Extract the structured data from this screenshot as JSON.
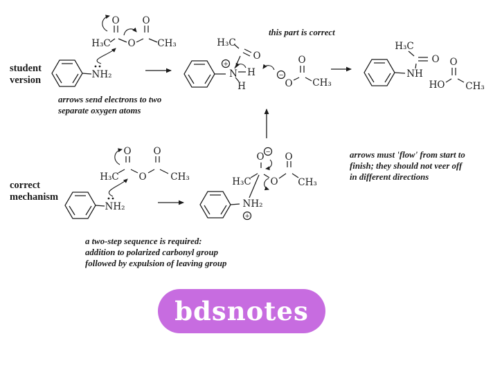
{
  "colors": {
    "ink": "#1a1a1a",
    "badge_bg": "#c76ce0",
    "badge_text": "#ffffff",
    "background": "#ffffff"
  },
  "rows": {
    "student": {
      "label_line1": "student",
      "label_line2": "version",
      "note_line1": "arrows send electrons to two",
      "note_line2": "separate oxygen atoms"
    },
    "correct": {
      "label_line1": "correct",
      "label_line2": "mechanism",
      "note_line1": "a two-step sequence is required:",
      "note_line2": "addition to polarized carbonyl group",
      "note_line3": "followed by expulsion of leaving group"
    }
  },
  "annotations": {
    "top_note": "this part is correct",
    "flow_line1": "arrows must 'flow' from start to",
    "flow_line2": "finish; they should not veer off",
    "flow_line3": "in different directions"
  },
  "badge": {
    "label": "bdsnotes"
  },
  "symbols": {
    "h3c": "H₃C",
    "ch3": "CH₃",
    "o": "O",
    "nh2": "NH₂",
    "nh": "NH",
    "n": "N",
    "h": "H",
    "ho": "HO",
    "plus": "+",
    "minus": "−"
  }
}
